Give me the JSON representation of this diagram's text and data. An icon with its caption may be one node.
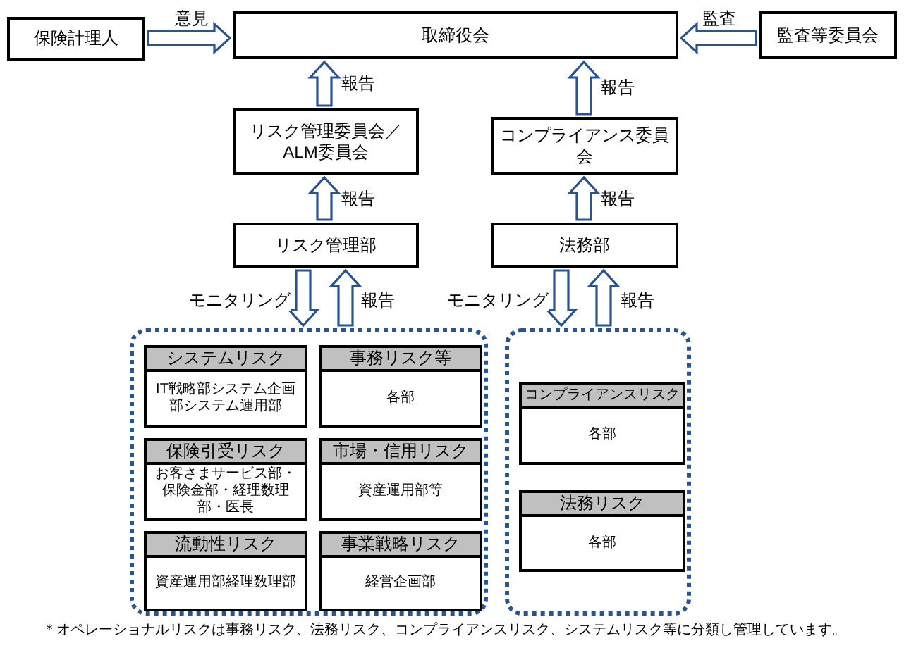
{
  "diagram": {
    "caption": "＊オペレーショナルリスクは事務リスク、法務リスク、コンプライアンスリスク、システムリスク等に分類し管理しています。",
    "nodes": [
      {
        "text": [
          "保険計理人"
        ]
      },
      {
        "text": [
          "取締役会"
        ]
      },
      {
        "text": [
          "監査等委員会"
        ]
      },
      {
        "text": [
          "リスク管理委員会／ALM委員会"
        ]
      },
      {
        "text": [
          "コンプライアンス委員会"
        ]
      },
      {
        "text": [
          "リスク管理部"
        ]
      },
      {
        "text": [
          "法務部"
        ]
      },
      {
        "text": [],
        "shape": "box"
      },
      {
        "text": [],
        "shape": "box"
      },
      {
        "text": [
          "システムリスク",
          "IT戦略部システム企画部システム運用部"
        ],
        "in": 7
      },
      {
        "text": [
          "事務リスク等",
          "各部"
        ],
        "in": 7
      },
      {
        "text": [
          "保険引受リスク",
          "お客さまサービス部・保険金部・経理数理部・医長"
        ],
        "in": 7
      },
      {
        "text": [
          "市場・信用リスク",
          "資産運用部等"
        ],
        "in": 7
      },
      {
        "text": [
          "流動性リスク",
          "資産運用部経理数理部"
        ],
        "in": 7
      },
      {
        "text": [
          "事業戦略リスク",
          "経営企画部"
        ],
        "in": 7
      },
      {
        "text": [
          "コンプライアンスリスク",
          "各部"
        ],
        "in": 8
      },
      {
        "text": [
          "法務リスク",
          "各部"
        ],
        "in": 8
      }
    ],
    "edges": [
      {
        "from": 0,
        "to": 1,
        "arrow": "to",
        "label": "意見"
      },
      {
        "from": 2,
        "to": 1,
        "arrow": "to",
        "label": "監査"
      },
      {
        "from": 3,
        "to": 1,
        "arrow": "to",
        "label": "報告"
      },
      {
        "from": 5,
        "to": 3,
        "arrow": "to",
        "label": "報告"
      },
      {
        "from": 4,
        "to": 1,
        "arrow": "to",
        "label": "報告"
      },
      {
        "from": 6,
        "to": 4,
        "arrow": "to",
        "label": "報告"
      },
      {
        "from": 5,
        "to": 7,
        "arrow": "to",
        "label": "モニタリング"
      },
      {
        "from": 7,
        "to": 5,
        "arrow": "to",
        "label": "報告"
      },
      {
        "from": 6,
        "to": 8,
        "arrow": "to",
        "label": "モニタリング"
      },
      {
        "from": 8,
        "to": 6,
        "arrow": "to",
        "label": "報告"
      }
    ]
  }
}
